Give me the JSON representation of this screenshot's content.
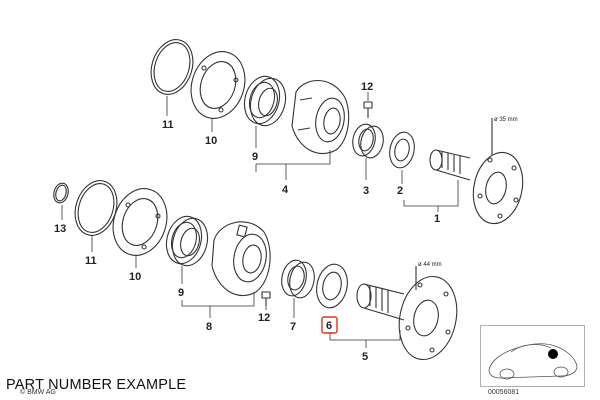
{
  "diagram": {
    "callouts": {
      "c1": "1",
      "c2": "2",
      "c3": "3",
      "c5": "5",
      "c6": "6",
      "c7": "7",
      "c8": "8",
      "c9a": "9",
      "c9b": "9",
      "c10a": "10",
      "c10b": "10",
      "c11a": "11",
      "c11b": "11",
      "c12a": "12",
      "c12b": "12",
      "c13": "13",
      "c4": "4"
    },
    "dimensions": {
      "upper_shaft": "ø 35 mm",
      "lower_shaft": "ø 44 mm"
    },
    "highlight_color": "#e0301e"
  },
  "caption": "PART NUMBER EXAMPLE",
  "copyright": "© BMW AG",
  "doc_number": "00056081"
}
